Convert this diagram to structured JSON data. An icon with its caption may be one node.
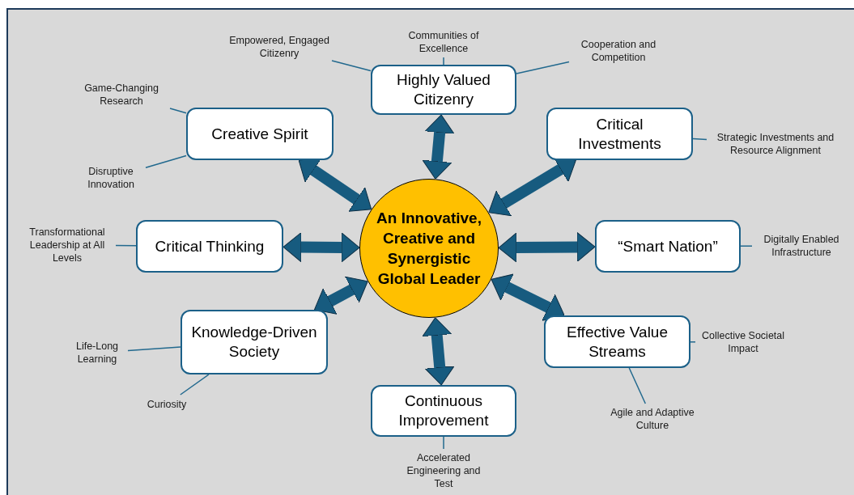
{
  "diagram": {
    "nodes": [
      {
        "text": [
          "An Innovative, Creative and Synergistic Global Leader"
        ]
      },
      {
        "text": [
          "Highly Valued Citizenry"
        ]
      },
      {
        "text": [
          "Creative Spirit"
        ]
      },
      {
        "text": [
          "Critical Investments"
        ]
      },
      {
        "text": [
          "Critical Thinking"
        ]
      },
      {
        "text": [
          "“Smart Nation”"
        ]
      },
      {
        "text": [
          "Knowledge-Driven Society"
        ]
      },
      {
        "text": [
          "Effective Value Streams"
        ]
      },
      {
        "text": [
          "Continuous Improvement"
        ]
      },
      {
        "text": [
          "Empowered, Engaged Citizenry"
        ]
      },
      {
        "text": [
          "Communities of Excellence"
        ]
      },
      {
        "text": [
          "Cooperation and Competition"
        ]
      },
      {
        "text": [
          "Game-Changing Research"
        ]
      },
      {
        "text": [
          "Disruptive Innovation"
        ]
      },
      {
        "text": [
          "Strategic Investments and Resource Alignment"
        ]
      },
      {
        "text": [
          "Transformational Leadership at All Levels"
        ]
      },
      {
        "text": [
          "Digitally Enabled Infrastructure"
        ]
      },
      {
        "text": [
          "Life-Long Learning"
        ]
      },
      {
        "text": [
          "Curiosity"
        ]
      },
      {
        "text": [
          "Collective Societal Impact"
        ]
      },
      {
        "text": [
          "Agile and Adaptive Culture"
        ]
      },
      {
        "text": [
          "Accelerated Engineering and Test"
        ]
      }
    ],
    "edges": [
      {
        "from": 0,
        "to": 1,
        "arrow": "both",
        "style": "thick"
      },
      {
        "from": 0,
        "to": 2,
        "arrow": "both",
        "style": "thick"
      },
      {
        "from": 0,
        "to": 3,
        "arrow": "both",
        "style": "thick"
      },
      {
        "from": 0,
        "to": 4,
        "arrow": "both",
        "style": "thick"
      },
      {
        "from": 0,
        "to": 5,
        "arrow": "both",
        "style": "thick"
      },
      {
        "from": 0,
        "to": 6,
        "arrow": "both",
        "style": "thick"
      },
      {
        "from": 0,
        "to": 7,
        "arrow": "both",
        "style": "thick"
      },
      {
        "from": 0,
        "to": 8,
        "arrow": "both",
        "style": "thick"
      },
      {
        "from": 1,
        "to": 9,
        "arrow": "none"
      },
      {
        "from": 1,
        "to": 10,
        "arrow": "none"
      },
      {
        "from": 1,
        "to": 11,
        "arrow": "none"
      },
      {
        "from": 2,
        "to": 12,
        "arrow": "none"
      },
      {
        "from": 2,
        "to": 13,
        "arrow": "none"
      },
      {
        "from": 3,
        "to": 14,
        "arrow": "none"
      },
      {
        "from": 4,
        "to": 15,
        "arrow": "none"
      },
      {
        "from": 5,
        "to": 16,
        "arrow": "none"
      },
      {
        "from": 6,
        "to": 17,
        "arrow": "none"
      },
      {
        "from": 6,
        "to": 18,
        "arrow": "none"
      },
      {
        "from": 7,
        "to": 19,
        "arrow": "none"
      },
      {
        "from": 7,
        "to": 20,
        "arrow": "none"
      },
      {
        "from": 8,
        "to": 21,
        "arrow": "none"
      }
    ]
  }
}
